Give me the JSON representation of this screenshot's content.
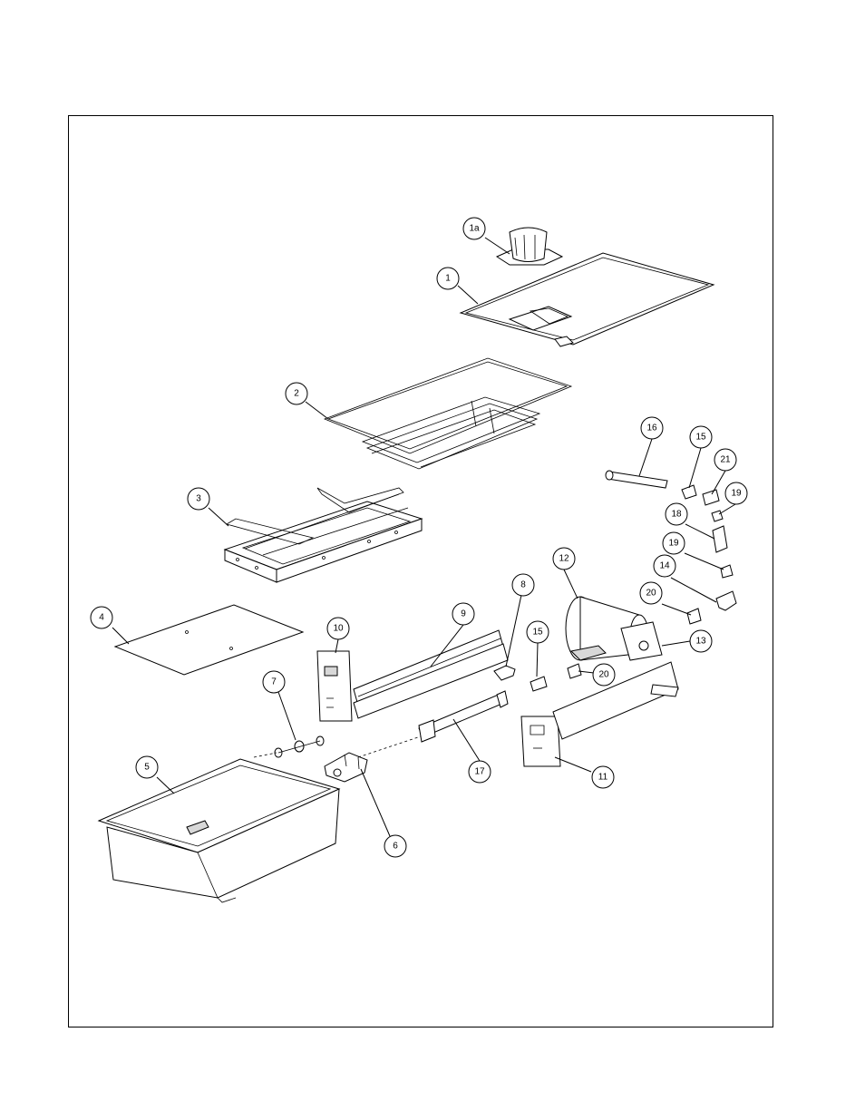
{
  "diagram": {
    "callouts": [
      {
        "label": "1a"
      },
      {
        "label": "1"
      },
      {
        "label": "2"
      },
      {
        "label": "3"
      },
      {
        "label": "4"
      },
      {
        "label": "5"
      },
      {
        "label": "6"
      },
      {
        "label": "7"
      },
      {
        "label": "8"
      },
      {
        "label": "9"
      },
      {
        "label": "10"
      },
      {
        "label": "11"
      },
      {
        "label": "12"
      },
      {
        "label": "13"
      },
      {
        "label": "14"
      },
      {
        "label": "15"
      },
      {
        "label": "15"
      },
      {
        "label": "16"
      },
      {
        "label": "17"
      },
      {
        "label": "18"
      },
      {
        "label": "19"
      },
      {
        "label": "19"
      },
      {
        "label": "20"
      },
      {
        "label": "20"
      },
      {
        "label": "21"
      }
    ]
  }
}
